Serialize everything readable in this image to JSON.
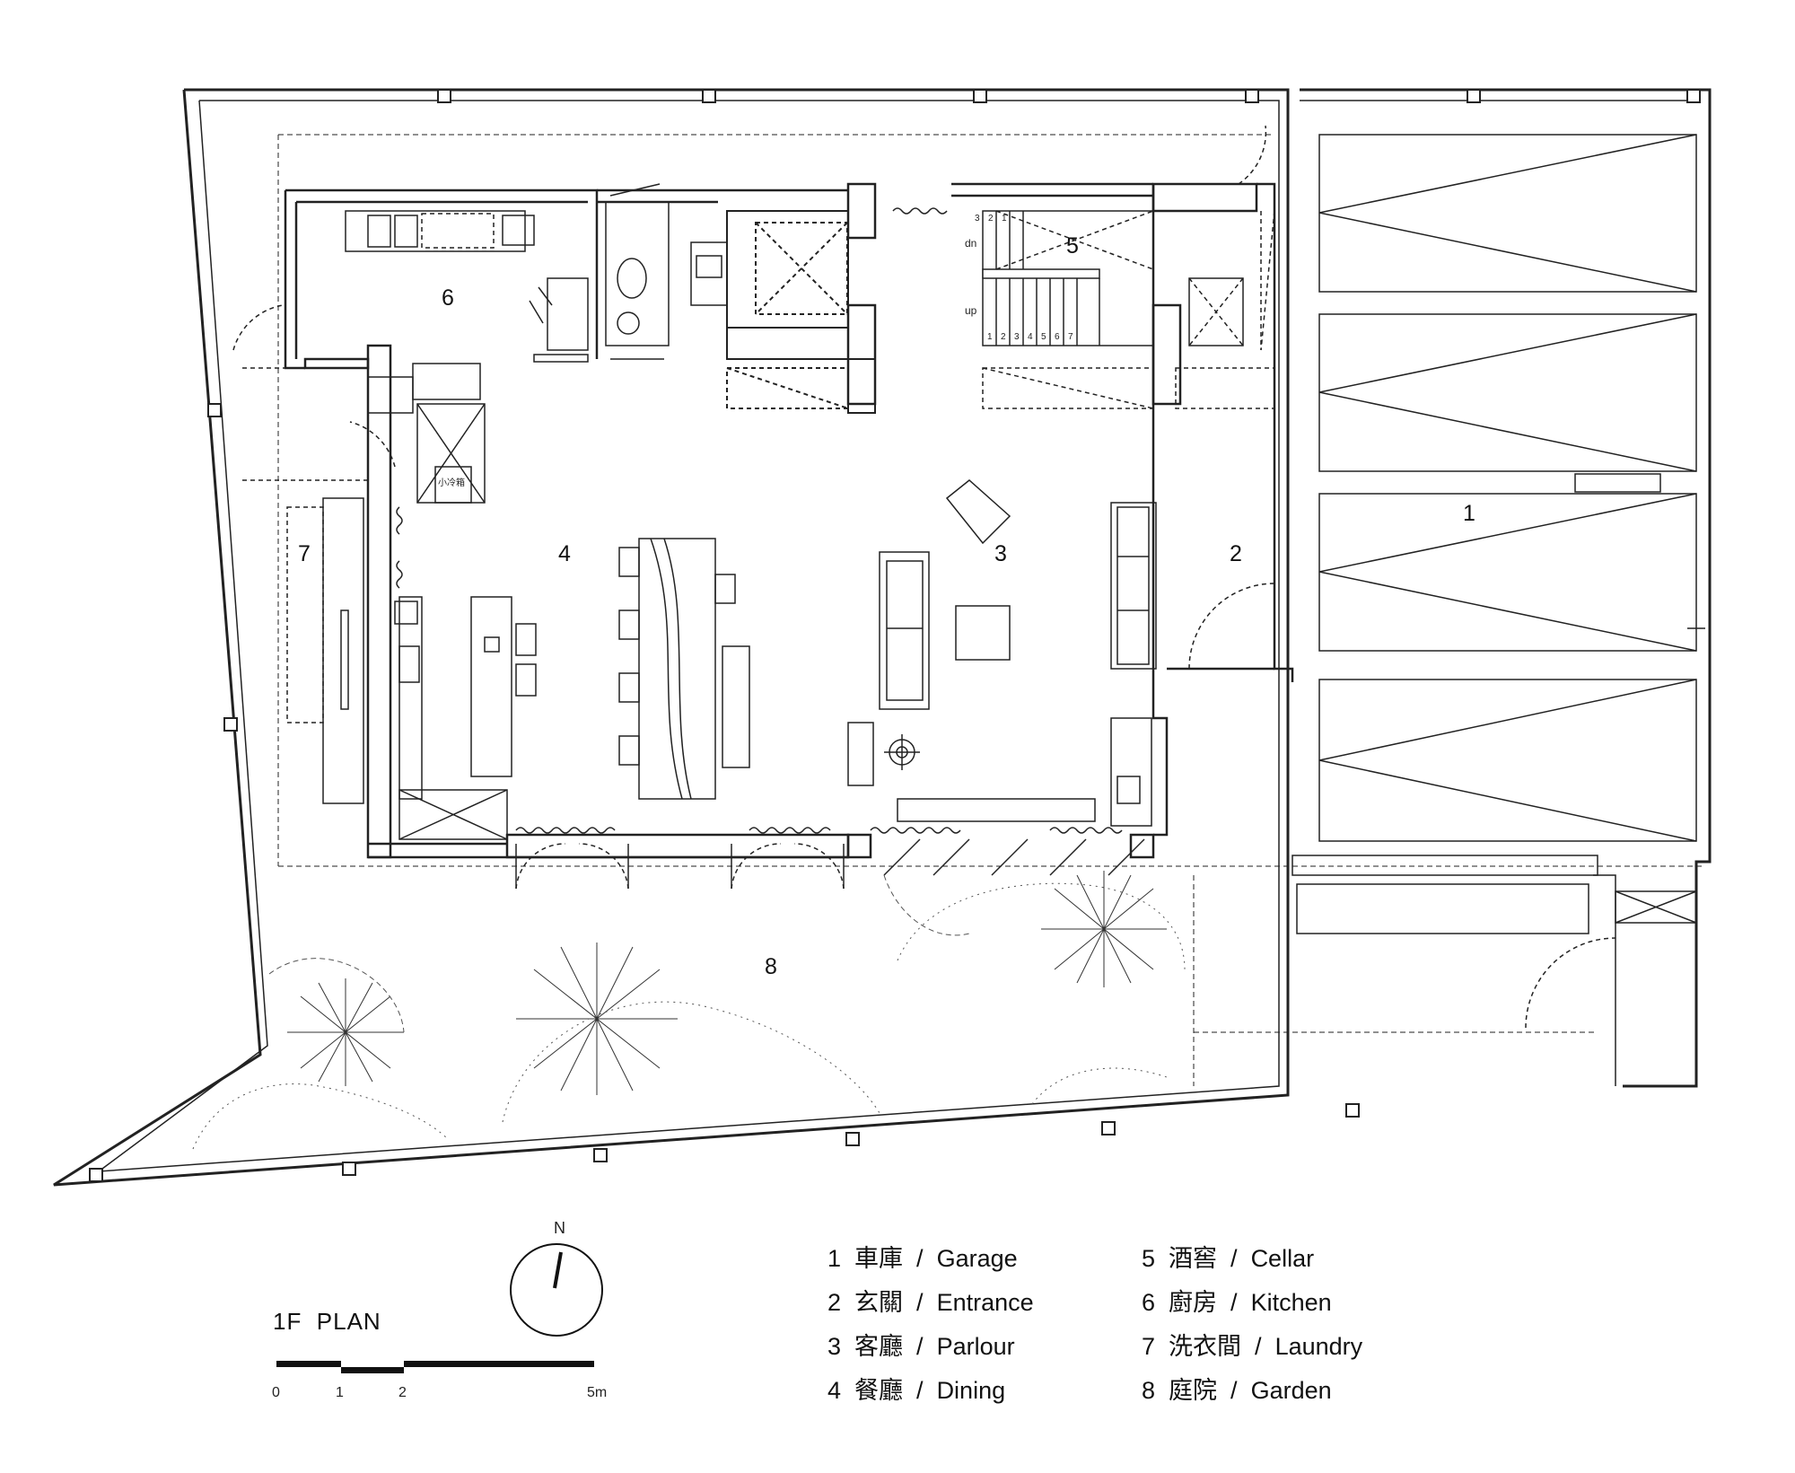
{
  "rooms": [
    {
      "num": "1"
    },
    {
      "num": "2"
    },
    {
      "num": "3"
    },
    {
      "num": "4"
    },
    {
      "num": "5"
    },
    {
      "num": "6"
    },
    {
      "num": "7"
    },
    {
      "num": "8"
    }
  ],
  "annotations": {
    "stair_dn": "dn",
    "stair_up": "up",
    "fridge_label": "小冷箱",
    "stair_steps_top": [
      "3",
      "2",
      "1"
    ],
    "stair_steps_bottom": [
      "1",
      "2",
      "3",
      "4",
      "5",
      "6",
      "7"
    ]
  },
  "plan_title": "1F  PLAN",
  "north_label": "N",
  "scale_bar": {
    "labels": [
      "0",
      "1",
      "2",
      "5m"
    ]
  },
  "legend": [
    {
      "num": "1",
      "zh": "車庫",
      "en": "Garage"
    },
    {
      "num": "2",
      "zh": "玄關",
      "en": "Entrance"
    },
    {
      "num": "3",
      "zh": "客廳",
      "en": "Parlour"
    },
    {
      "num": "4",
      "zh": "餐廳",
      "en": "Dining"
    },
    {
      "num": "5",
      "zh": "酒窖",
      "en": "Cellar"
    },
    {
      "num": "6",
      "zh": "廚房",
      "en": "Kitchen"
    },
    {
      "num": "7",
      "zh": "洗衣間",
      "en": "Laundry"
    },
    {
      "num": "8",
      "zh": "庭院",
      "en": "Garden"
    }
  ]
}
